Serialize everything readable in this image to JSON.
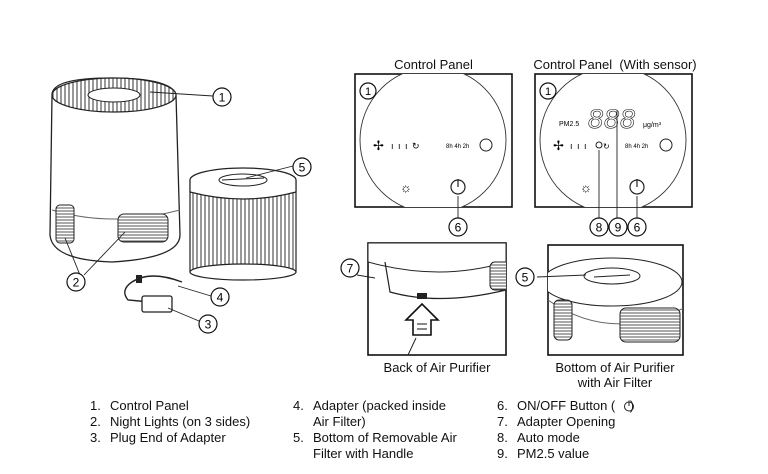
{
  "panels": {
    "control_panel_title": "Control Panel",
    "control_panel_sensor_title": "Control Panel  (With sensor)",
    "timer_labels": "8h  4h  2h",
    "pm_label": "PM2.5",
    "display_digits": "888",
    "unit": "μg/m³",
    "back_caption": "Back of Air Purifier",
    "bottom_caption_line1": "Bottom of Air Purifier",
    "bottom_caption_line2": "with Air Filter"
  },
  "callouts": {
    "c1": "1",
    "c2": "2",
    "c3": "3",
    "c4": "4",
    "c5": "5",
    "c6": "6",
    "c7": "7",
    "c8": "8",
    "c9": "9"
  },
  "legend": {
    "col1": [
      {
        "num": "1.",
        "text": "Control Panel"
      },
      {
        "num": "2.",
        "text": "Night Lights (on 3 sides)"
      },
      {
        "num": "3.",
        "text": "Plug End of Adapter"
      }
    ],
    "col2": [
      {
        "num": "4.",
        "text": "Adapter (packed inside"
      },
      {
        "num": "",
        "text": "Air Filter)"
      },
      {
        "num": "5.",
        "text": "Bottom of Removable Air"
      },
      {
        "num": "",
        "text": "Filter with Handle"
      }
    ],
    "col3": [
      {
        "num": "6.",
        "text": "ON/OFF Button (    )"
      },
      {
        "num": "7.",
        "text": "Adapter Opening"
      },
      {
        "num": "8.",
        "text": "Auto mode"
      },
      {
        "num": "9.",
        "text": "PM2.5 value"
      }
    ]
  }
}
